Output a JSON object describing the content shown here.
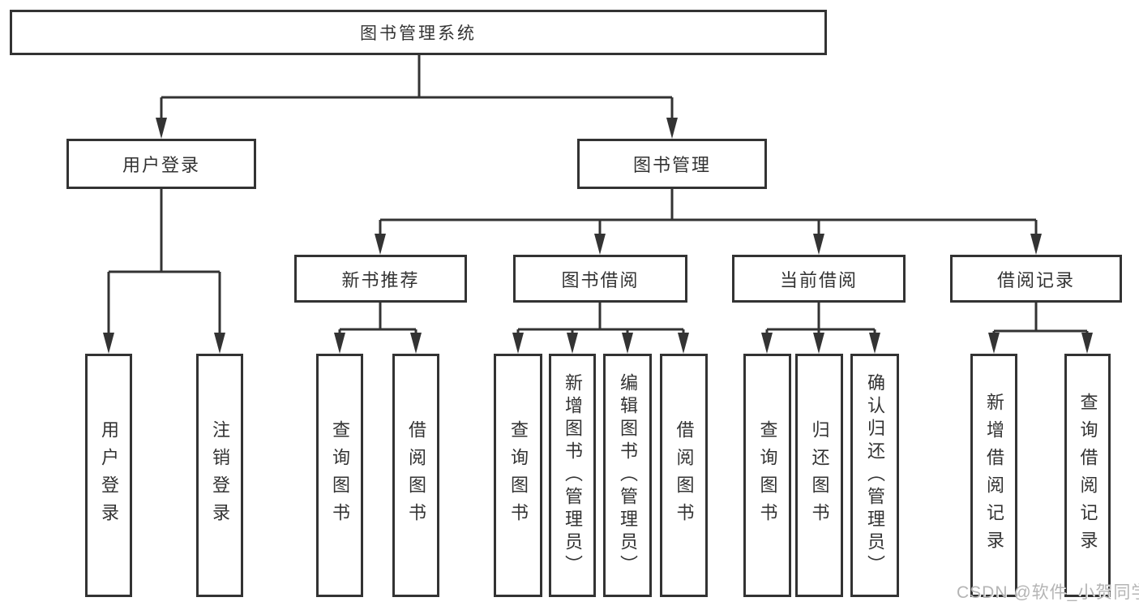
{
  "tree": {
    "label": "图书管理系统",
    "children": [
      {
        "label": "用户登录",
        "children": [
          {
            "label": "用户登录"
          },
          {
            "label": "注销登录"
          }
        ]
      },
      {
        "label": "图书管理",
        "children": [
          {
            "label": "新书推荐",
            "children": [
              {
                "label": "查询图书"
              },
              {
                "label": "借阅图书"
              }
            ]
          },
          {
            "label": "图书借阅",
            "children": [
              {
                "label": "查询图书"
              },
              {
                "label": "新增图书（管理员）"
              },
              {
                "label": "编辑图书（管理员）"
              },
              {
                "label": "借阅图书"
              }
            ]
          },
          {
            "label": "当前借阅",
            "children": [
              {
                "label": "查询图书"
              },
              {
                "label": "归还图书"
              },
              {
                "label": "确认归还（管理员）"
              }
            ]
          },
          {
            "label": "借阅记录",
            "children": [
              {
                "label": "新增借阅记录"
              },
              {
                "label": "查询借阅记录"
              }
            ]
          }
        ]
      }
    ]
  },
  "watermark": "CSDN @软件_小贺同学",
  "colors": {
    "line": "#333333",
    "text": "#333333",
    "background": "#ffffff",
    "watermark": "#b4b4b4"
  }
}
